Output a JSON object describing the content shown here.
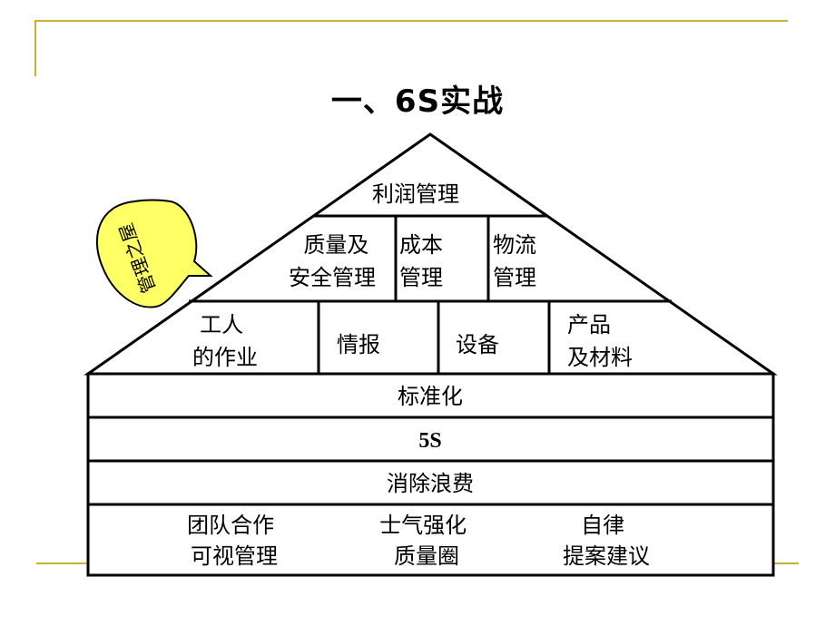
{
  "title": "一、6S实战",
  "callout": "管理之屋",
  "roof": {
    "peak": "利润管理",
    "middle": [
      {
        "lines": [
          "质量及",
          "安全管理"
        ]
      },
      {
        "lines": [
          "成本",
          "管理"
        ]
      },
      {
        "lines": [
          "物流",
          "管理"
        ]
      }
    ],
    "lower": [
      {
        "lines": [
          "工人",
          "的作业"
        ]
      },
      {
        "lines": [
          "情报"
        ]
      },
      {
        "lines": [
          "设备"
        ]
      },
      {
        "lines": [
          "产品",
          "及材料"
        ]
      }
    ]
  },
  "layers": [
    "标准化",
    "5S",
    "消除浪费"
  ],
  "foundation": [
    {
      "lines": [
        "团队合作",
        "可视管理"
      ]
    },
    {
      "lines": [
        "士气强化",
        "质量圈"
      ]
    },
    {
      "lines": [
        "自律",
        "提案建议"
      ]
    }
  ],
  "colors": {
    "accent": "#c8b232",
    "callout_fill": "#ffff66",
    "stroke": "#000000"
  }
}
